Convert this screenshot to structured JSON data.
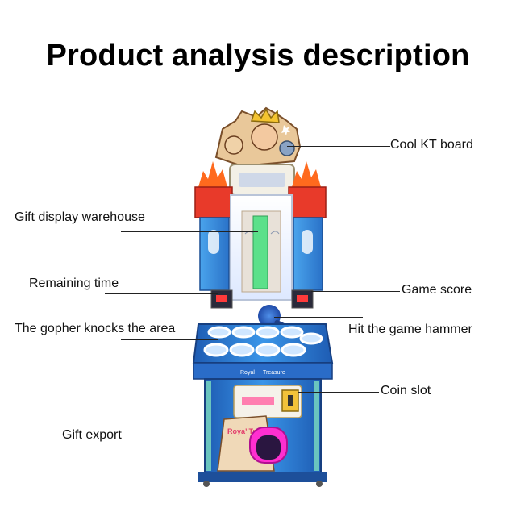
{
  "title": "Product analysis description",
  "labels": {
    "cool_kt_board": "Cool KT board",
    "gift_display_warehouse": "Gift display warehouse",
    "remaining_time": "Remaining time",
    "game_score": "Game score",
    "gopher_knocks_area": "The gopher knocks the area",
    "hit_game_hammer": "Hit the game hammer",
    "coin_slot": "Coin slot",
    "gift_export": "Gift export"
  },
  "machine_text": {
    "sign_left": "Royal",
    "sign_right": "Treasure",
    "panel_text": "Roya’ Treas"
  },
  "colors": {
    "cabinet_blue": "#2f7fd6",
    "pillar_blue": "#3a8ee0",
    "flame_red": "#e83a2a",
    "accent_orange": "#ff8a1e",
    "glass_white": "#f2f6ff",
    "hole_ring": "#ffffff",
    "base_dark": "#1d4f9a"
  }
}
